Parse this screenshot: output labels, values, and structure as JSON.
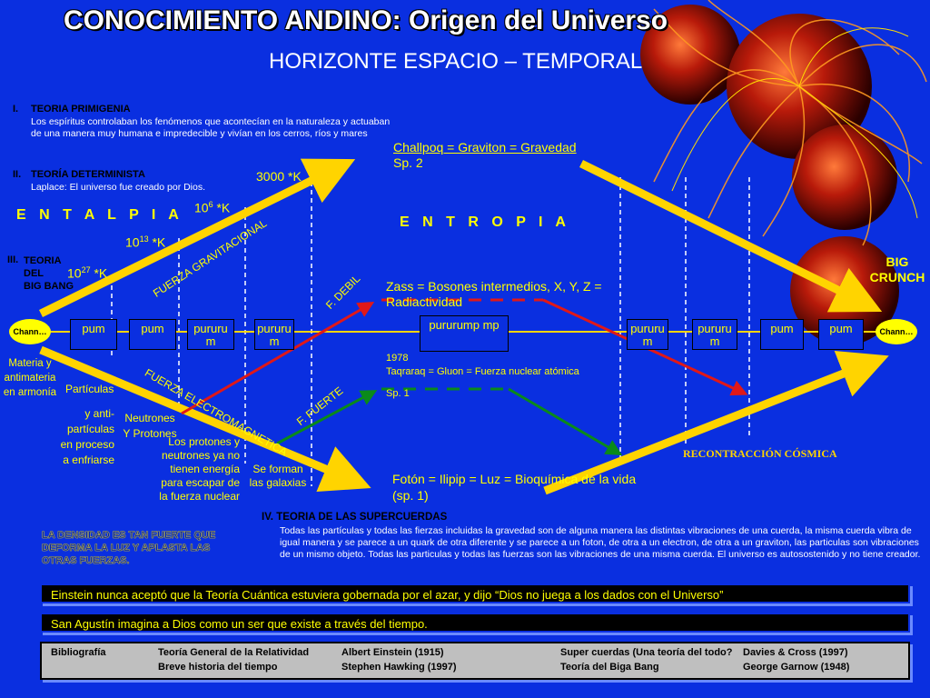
{
  "title": "CONOCIMIENTO ANDINO: Origen del Universo",
  "subtitle": "HORIZONTE ESPACIO – TEMPORAL",
  "theories": {
    "t1_num": "I.",
    "t1_title": "TEORIA PRIMIGENIA",
    "t1_text": "Los espíritus controlaban los fenómenos que acontecían en la naturaleza y actuaban de una manera muy humana e impredecible y vivían en los cerros, ríos y mares",
    "t2_num": "II.",
    "t2_title": "TEORÍA DETERMINISTA",
    "t2_text": "Laplace: El universo fue creado por Dios.",
    "t3_num": "III.",
    "t3_title": "TEORIA\nDEL\nBIG BANG",
    "t4_title": "IV. TEORIA DE LAS SUPERCUERDAS",
    "t4_text": "Todas las partículas y todas las fierzas incluidas la gravedad son de alguna manera las distintas vibraciones de una cuerda, la misma cuerda vibra de igual manera y se parece a un quark de otra diferente y se parece a un foton, de otra a un electron, de otra a un graviton, las particulas son vibraciones de un mismo objeto. Todas las particulas y todas las fuerzas son las vibraciones de una misma cuerda. El universo es autosostenido y no tiene creador."
  },
  "labels": {
    "entalpia": "E N T A L P I A",
    "entropia": "E N T R O P I A",
    "big_crunch": "BIG CRUNCH",
    "temp_3000": "3000 *K",
    "temp_106": "10",
    "temp_106_exp": "6",
    "temp_106_unit": " *K",
    "temp_1013": "10",
    "temp_1013_exp": "13",
    "temp_1013_unit": " *K",
    "temp_1027": "10",
    "temp_1027_exp": "27",
    "temp_1027_unit": " *K",
    "challpoq": "Challpoq = Graviton = Gravedad",
    "challpoq_sp": "Sp. 2",
    "zass": "Zass = Bosones intermedios, X, Y, Z = Radiactividad",
    "year": "1978",
    "taqraraq": "Taqraraq = Gluon = Fuerza nuclear atómica",
    "taqraraq_sp": "Sp. 1",
    "foton": "Fotón = Ilipip = Luz = Bioquímica  de la vida",
    "foton_sp": "(sp. 1)",
    "fuerza_grav": "FUERZA GRAVITACIONAL",
    "f_debil": "F. DEBIL",
    "fuerza_electro": "FUERZA ELECTROMAGNETICA",
    "f_fuerte": "F. FUERTE",
    "recontraccion": "RECONTRACCIÓN CÓSMICA",
    "materia": "Materia y antimateria en armonía",
    "particulas": "Partículas",
    "antiparticulas": "y anti- partículas en proceso a enfriarse",
    "neutrones": "Neutrones Y Protones",
    "los_protones": "Los protones y neutrones  ya no tienen energía para escapar de la fuerza nuclear",
    "galaxias": "Se forman las galaxias",
    "densidad": "LA DENSIDAD ES TAN FUERTE QUE DEFORMA LA LUZ Y APLASTA LAS OTRAS FUERZAS."
  },
  "timeline": {
    "chann_left": "Chann…",
    "chann_right": "Chann…",
    "nodes": [
      "pum",
      "pum",
      "pururu m",
      "pururu m",
      "pururump mp",
      "pururu m",
      "pururu m",
      "pum",
      "pum"
    ]
  },
  "quotes": {
    "einstein": "Einstein nunca aceptó que la Teoría Cuántica estuviera gobernada por el azar, y dijo “Dios no juega a los dados con el Universo”",
    "agustin": "San Agustín imagina a Dios como un ser que existe a través del tiempo."
  },
  "bibliography": {
    "label": "Bibliografía",
    "r1c1": "Teoría General de la Relatividad",
    "r1c2": "Albert Einstein (1915)",
    "r1c3": "Super cuerdas (Una teoría del todo?",
    "r1c4": "Davies & Cross (1997)",
    "r2c1": "Breve historia del tiempo",
    "r2c2": "Stephen Hawking (1997)",
    "r2c3": "Teoría del Biga Bang",
    "r2c4": "George Garnow (1948)"
  },
  "colors": {
    "background": "#0a2fe0",
    "arrow_yellow": "#ffd400",
    "arrow_red": "#e01818",
    "arrow_green": "#0a8a1a",
    "title": "#ffffff"
  }
}
